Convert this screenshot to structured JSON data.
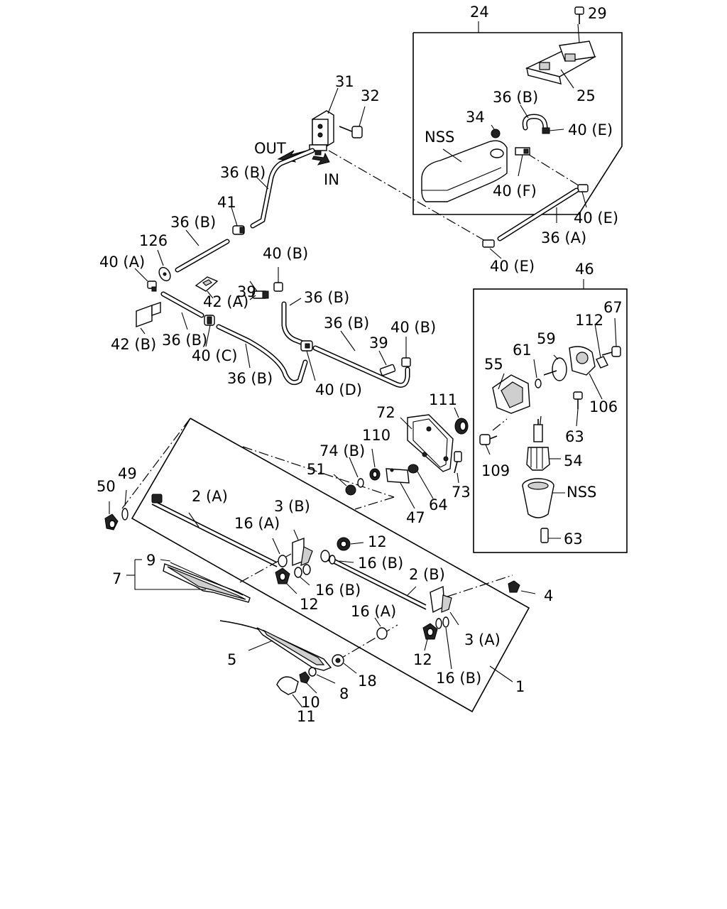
{
  "labels": {
    "l1": "1",
    "l2a": "2 (A)",
    "l2b": "2 (B)",
    "l3a": "3 (A)",
    "l3b": "3 (B)",
    "l4": "4",
    "l5": "5",
    "l7": "7",
    "l8": "8",
    "l9": "9",
    "l10": "10",
    "l11": "11",
    "l12a": "12",
    "l12b": "12",
    "l12c": "12",
    "l16a1": "16 (A)",
    "l16a2": "16 (A)",
    "l16b1": "16 (B)",
    "l16b2": "16 (B)",
    "l16b3": "16 (B)",
    "l18": "18",
    "l24": "24",
    "l25": "25",
    "l29": "29",
    "l31": "31",
    "l32": "32",
    "l34": "34",
    "l36a": "36 (A)",
    "l36b1": "36 (B)",
    "l36b2": "36 (B)",
    "l36b3": "36 (B)",
    "l36b4": "36 (B)",
    "l36b5": "36 (B)",
    "l36b6": "36 (B)",
    "l36b7": "36 (B)",
    "l39a": "39",
    "l39b": "39",
    "l40a": "40 (A)",
    "l40b1": "40 (B)",
    "l40b2": "40 (B)",
    "l40c": "40 (C)",
    "l40d": "40 (D)",
    "l40e1": "40 (E)",
    "l40e2": "40 (E)",
    "l40e3": "40 (E)",
    "l40f": "40 (F)",
    "l41": "41",
    "l42a": "42 (A)",
    "l42b": "42 (B)",
    "l46": "46",
    "l47": "47",
    "l49": "49",
    "l50": "50",
    "l51": "51",
    "l54": "54",
    "l55": "55",
    "l59": "59",
    "l61": "61",
    "l63a": "63",
    "l63b": "63",
    "l64": "64",
    "l67": "67",
    "l72": "72",
    "l73": "73",
    "l74b": "74 (B)",
    "l106": "106",
    "l109": "109",
    "l110": "110",
    "l111": "111",
    "l112": "112",
    "l126": "126",
    "nss1": "NSS",
    "nss2": "NSS",
    "out": "OUT",
    "in": "IN"
  }
}
